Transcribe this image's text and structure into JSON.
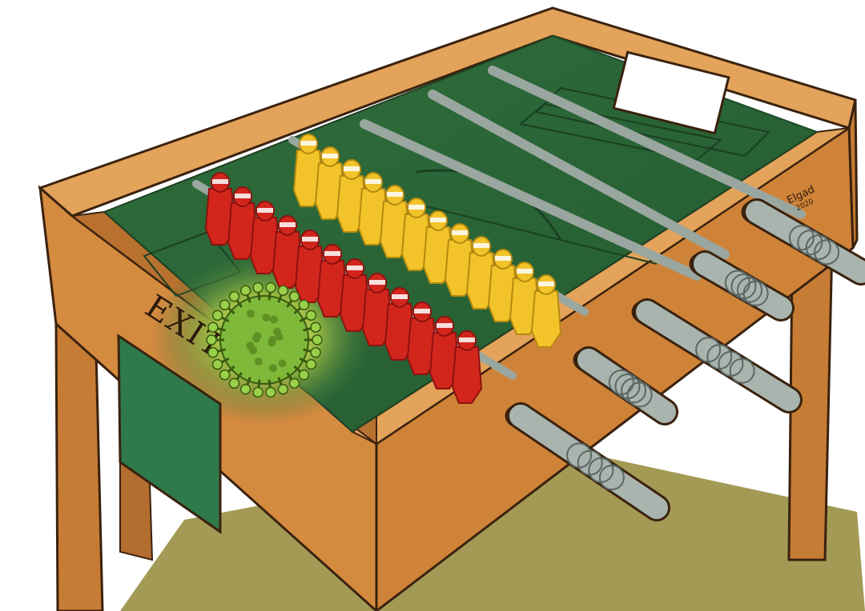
{
  "artwork": {
    "exit_label": "EXIT",
    "signature": "Elgad 2020"
  },
  "teams": {
    "red": {
      "color": "#d2261d",
      "dark": "#8e120e",
      "count": 12
    },
    "yellow": {
      "color": "#f2c42a",
      "dark": "#b58a10",
      "count": 12
    }
  },
  "palette": {
    "wood": "#d48a3f",
    "wood_dark": "#a8622a",
    "wood_light": "#e3a35a",
    "field": "#2f6e3c",
    "field_dark": "#1f4f2b",
    "rod": "#9aa6a0",
    "shadow": "#a39a55",
    "virus": "#8cc63f"
  },
  "icons": [
    "virus-icon"
  ]
}
